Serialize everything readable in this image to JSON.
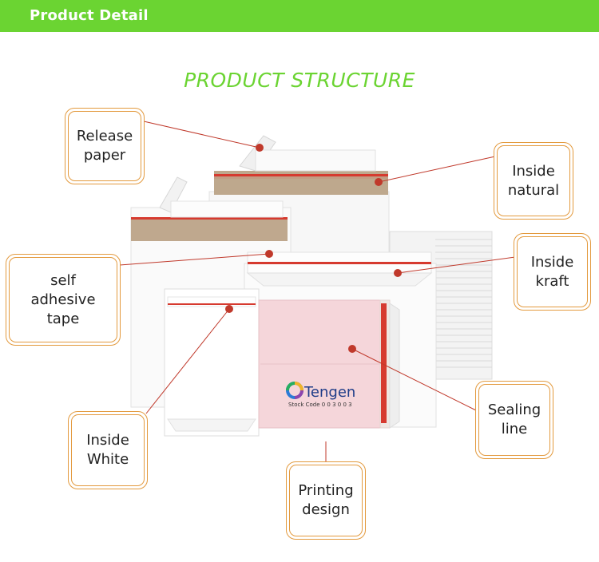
{
  "header": {
    "title": "Product Detail"
  },
  "diagram": {
    "title": "PRODUCT STRUCTURE"
  },
  "labels": {
    "release_paper": "Release\npaper",
    "inside_natural": "Inside\nnatural",
    "self_adhesive_tape": "self\nadhesive\ntape",
    "inside_kraft": "Inside\nkraft",
    "inside_white": "Inside\nWhite",
    "sealing_line": "Sealing\nline",
    "printing_design": "Printing\ndesign"
  },
  "brand": {
    "name": "Tengen",
    "stock_code": "Stock Code  0 0 3 0 0 3"
  },
  "colors": {
    "accent": "#6bd432",
    "callout_border": "#e39a3e",
    "leader_line": "#c0392b",
    "seal_strip": "#d63a2f"
  }
}
